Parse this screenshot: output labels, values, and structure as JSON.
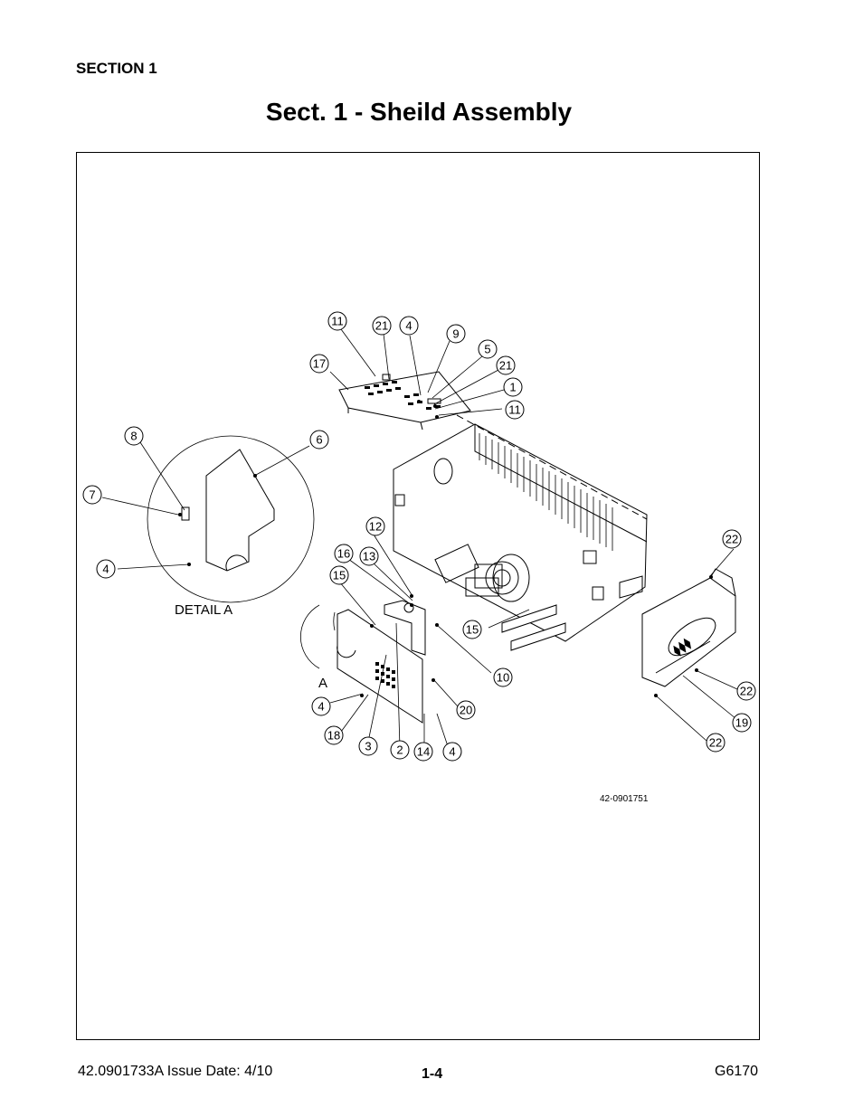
{
  "header": {
    "section": "SECTION 1",
    "title": "Sect. 1 - Sheild Assembly"
  },
  "diagram": {
    "detail_label": "DETAIL A",
    "detail_ref": "A",
    "drawing_number": "42-0901751",
    "callouts": [
      "11",
      "21",
      "4",
      "9",
      "5",
      "21",
      "1",
      "11",
      "17",
      "8",
      "6",
      "7",
      "4",
      "12",
      "16",
      "13",
      "15",
      "15",
      "10",
      "20",
      "4",
      "18",
      "3",
      "2",
      "14",
      "4",
      "22",
      "22",
      "19",
      "22"
    ]
  },
  "footer": {
    "doc": "42.0901733A  Issue Date: 4/10",
    "page": "1-4",
    "model": "G6170"
  }
}
